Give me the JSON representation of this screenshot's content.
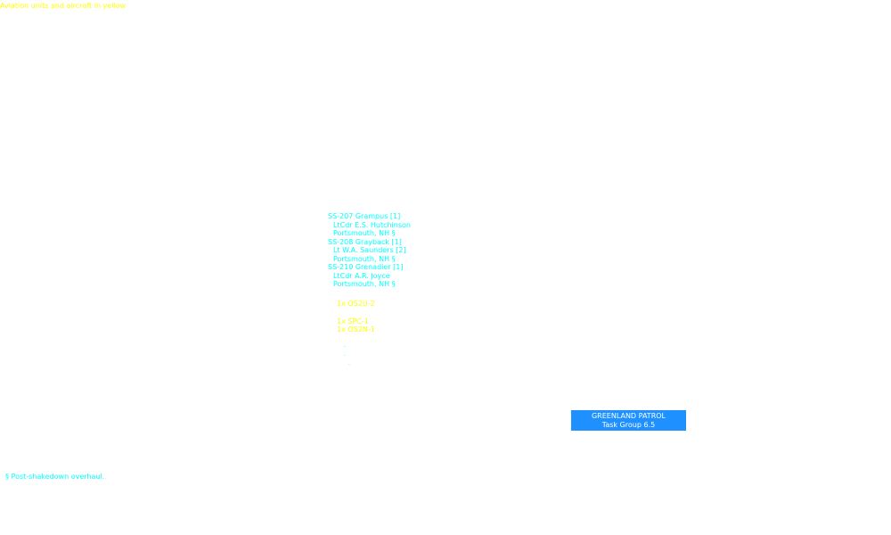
{
  "legend_note": "Aviation units and aircraft in yellow",
  "ships": [
    {
      "name": "SS-207 Grampus [1]",
      "commander": "LtCdr E.S. Hutchinson",
      "base": "Portsmouth, NH §"
    },
    {
      "name": "SS-208 Grayback [1]",
      "commander": "Lt W.A. Saunders [2]",
      "base": "Portsmouth, NH §"
    },
    {
      "name": "SS-210 Grenadier [1]",
      "commander": "LtCdr A.R. Joyce",
      "base": "Portsmouth, NH §"
    }
  ],
  "aircraft": [
    "1x OS2U-2",
    "1x SPC-1",
    "1x OS2N-1"
  ],
  "patrol": {
    "title": "GREENLAND PATROL",
    "subtitle": "Task Group 6.5"
  },
  "footnote": "§ Post-shakedown overhaul.",
  "colors": {
    "aviation": "#ffff00",
    "ships": "#00ffff",
    "patrol_box": "#1e90ff"
  }
}
